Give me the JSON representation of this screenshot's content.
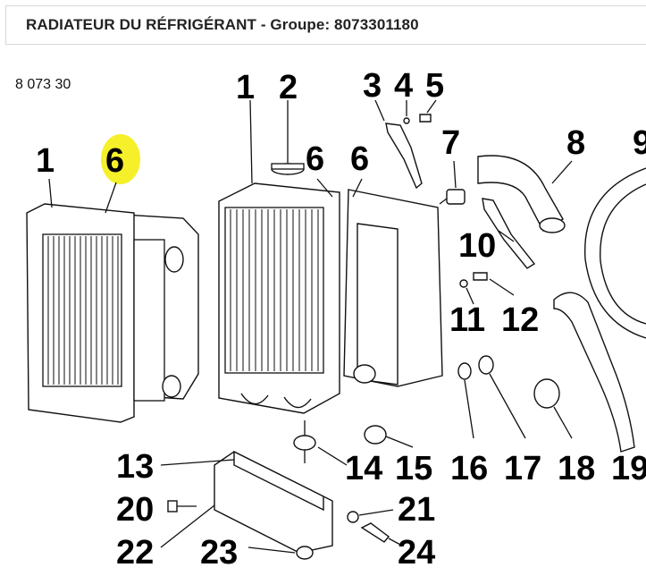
{
  "header": {
    "title": "RADIATEUR DU RÉFRIGÉRANT - Groupe: 8073301180"
  },
  "group_code": "8 073 30",
  "colors": {
    "highlight": "#f5f02a",
    "ink": "#111111",
    "border": "#d6d6d6"
  },
  "callouts": {
    "c1a": "1",
    "c6a": "6",
    "c1b": "1",
    "c2": "2",
    "c6b": "6",
    "c6c": "6",
    "c3": "3",
    "c4": "4",
    "c5": "5",
    "c7": "7",
    "c8": "8",
    "c9": "9",
    "c10": "10",
    "c11": "11",
    "c12": "12",
    "c13": "13",
    "c14": "14",
    "c15": "15",
    "c16": "16",
    "c17": "17",
    "c18": "18",
    "c19": "19",
    "c20": "20",
    "c21": "21",
    "c22": "22",
    "c23": "23",
    "c24": "24"
  }
}
